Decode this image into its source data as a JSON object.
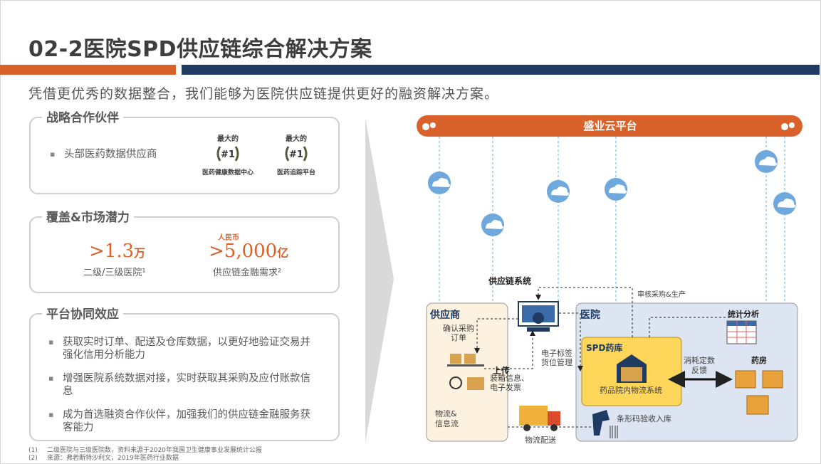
{
  "title": "02-2医院SPD供应链综合解决方案",
  "subtitle": "凭借更优秀的数据整合，我们能够为医院供应链提供更好的融资解决方案。",
  "cards": {
    "partners": {
      "heading": "战略合作伙伴",
      "bullet": "头部医药数据供应商",
      "awards": [
        {
          "top": "最大的",
          "num": "#1",
          "bottom": "医药健康数据中心"
        },
        {
          "top": "最大的",
          "num": "#1",
          "bottom": "医药追踪平台"
        }
      ]
    },
    "coverage": {
      "heading": "覆盖&市场潜力",
      "stat1": {
        "value": ">1.3",
        "unit": "万",
        "note": "二级/三级医院¹"
      },
      "stat2": {
        "prefix": "人民币",
        "value": ">5,000",
        "unit": "亿",
        "note": "供应链金融需求²"
      }
    },
    "synergy": {
      "heading": "平台协同效应",
      "bullets": [
        "获取实时订单、配送及仓库数据，以更好地验证交易并强化信用分析能力",
        "增强医院系统数据对接，实时获取其采购及应付账款信息",
        "成为首选融资合作伙伴，加强我们的供应链金融服务获客能力"
      ]
    }
  },
  "footnotes": [
    {
      "n": "(1)",
      "text": "二级医院与三级医院数，资料来源于2020年我国卫生健康事业发展统计公报"
    },
    {
      "n": "(2)",
      "text": "来源：弗若斯特沙利文，2019年医药行业数据"
    }
  ],
  "diagram": {
    "platform": "盛业云平台",
    "supply_chain_system": "供应链系统",
    "supplier": "供应商",
    "hospital": "医院",
    "confirm_purchase": "确认采购\n订单",
    "upload": "上传",
    "upload_detail": "装箱信息、\n电子发票",
    "e_label": "电子标签\n货位管理",
    "review": "审核采购&生产",
    "stats": "统计分析",
    "spd": "SPD药库",
    "spd_system": "药品院内物流系统",
    "consume": "消耗定数\n反馈",
    "pharmacy": "药房",
    "logistics": "物流&\n信息流",
    "delivery": "物流配送",
    "barcode": "条形码验收入库",
    "colors": {
      "orange": "#d9622b",
      "navy": "#1f3b63",
      "supplier_bg": "#fdf2e0",
      "hospital_bg": "#dde4f2",
      "spd_bg": "#fdd65a"
    }
  }
}
